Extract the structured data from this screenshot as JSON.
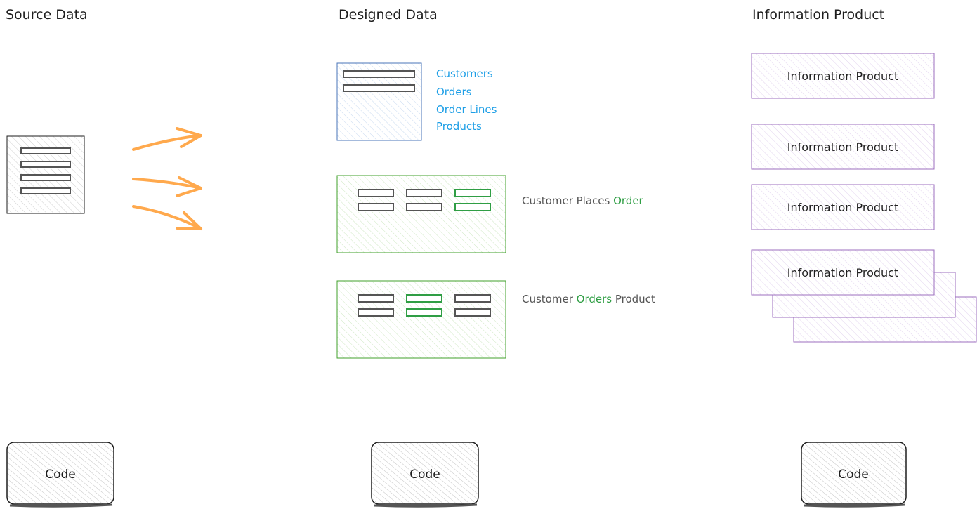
{
  "columns": {
    "source": {
      "title": "Source Data",
      "code_label": "Code"
    },
    "designed": {
      "title": "Designed Data",
      "code_label": "Code"
    },
    "product": {
      "title": "Information Product",
      "code_label": "Code"
    }
  },
  "designed": {
    "tables": [
      "Customers",
      "Orders",
      "Order Lines",
      "Products"
    ],
    "relationships": [
      {
        "before": "Customer Places ",
        "highlight": "Order",
        "after": ""
      },
      {
        "before": "Customer ",
        "highlight": "Orders",
        "after": " Product"
      }
    ]
  },
  "products": [
    "Information Product",
    "Information Product",
    "Information Product",
    "Information Product"
  ],
  "colors": {
    "arrow": "#ffa94d",
    "blue_text": "#1c9ee6",
    "blue_box": "#4a74b8",
    "green": "#2f9e44",
    "green_box": "#40a02b",
    "purple": "#9c6fbf",
    "dark": "#1e1e1e",
    "grey_text": "#555555"
  }
}
